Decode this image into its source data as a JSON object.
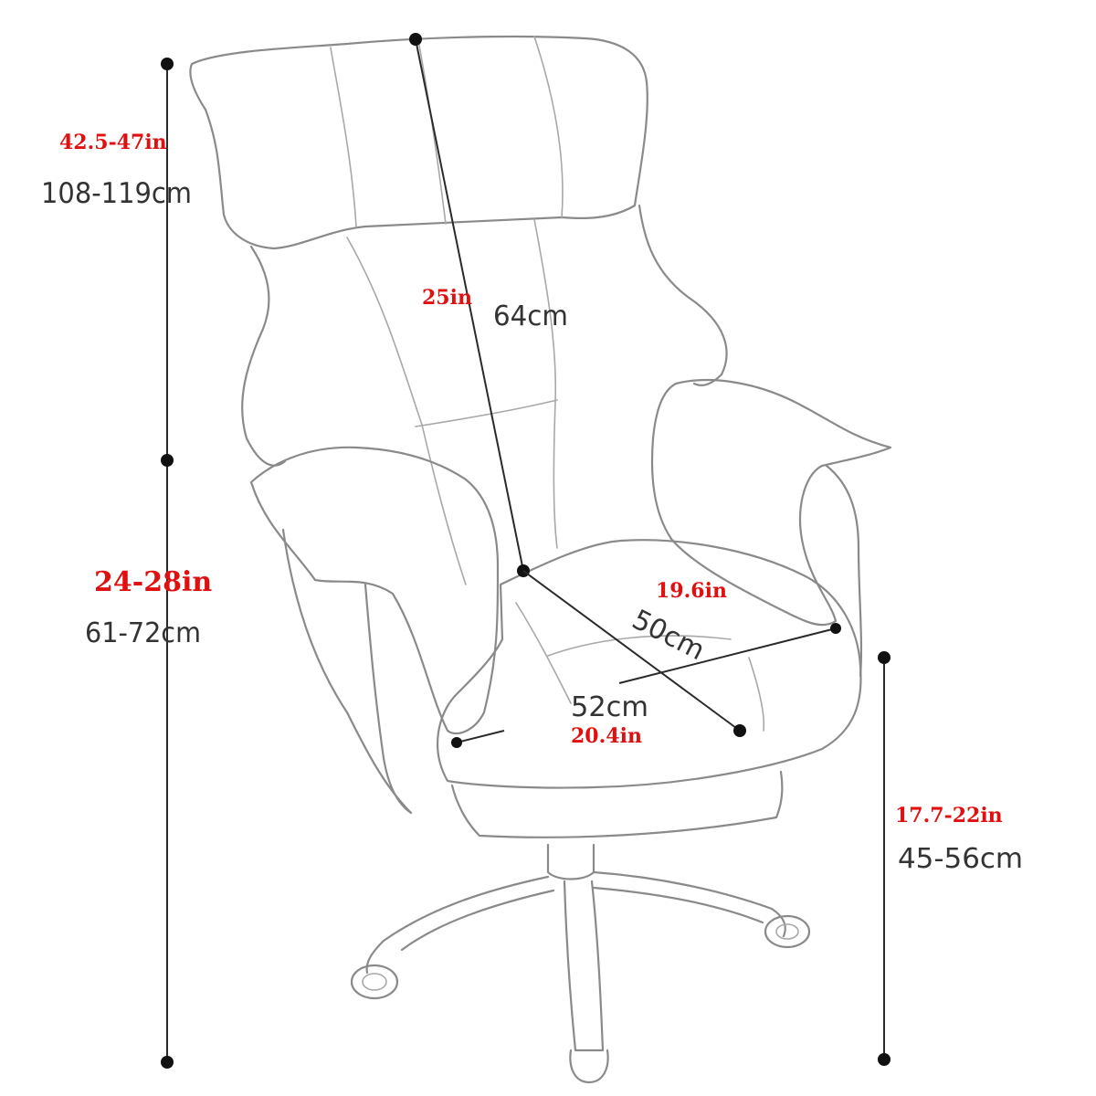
{
  "labels": {
    "total_height_in": "42.5-47in",
    "total_height_cm": "108-119cm",
    "back_length_in": "25in",
    "back_length_cm": "64cm",
    "arm_height_in": "24-28in",
    "arm_height_cm": "61-72cm",
    "seat_depth_in": "19.6in",
    "seat_depth_cm": "50cm",
    "seat_width_cm": "52cm",
    "seat_width_in": "20.4in",
    "seat_height_in": "17.7-22in",
    "seat_height_cm": "45-56cm"
  },
  "colors": {
    "inch_label": "#e01010",
    "cm_label": "#333333",
    "dimension_line": "#2a2a2a",
    "chair_outline": "#8a8a8a"
  }
}
